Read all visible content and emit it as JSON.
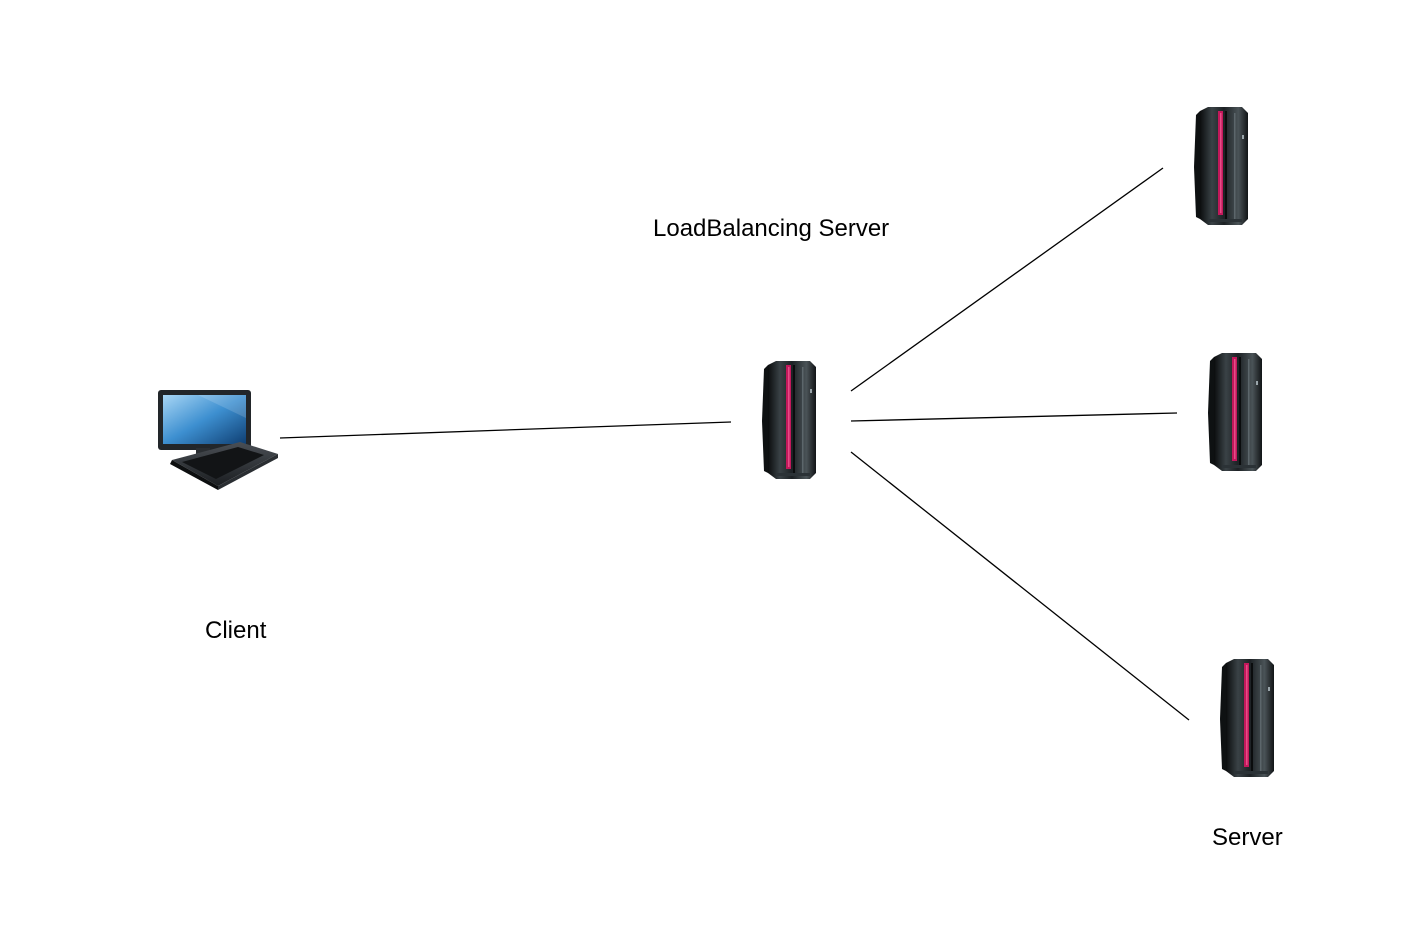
{
  "labels": {
    "load_balancer": "LoadBalancing Server",
    "client": "Client",
    "server": "Server"
  },
  "nodes": [
    {
      "id": "client",
      "icon": "laptop-icon"
    },
    {
      "id": "load-balancer",
      "icon": "server-rack-icon"
    },
    {
      "id": "server-1",
      "icon": "server-rack-icon"
    },
    {
      "id": "server-2",
      "icon": "server-rack-icon"
    },
    {
      "id": "server-3",
      "icon": "server-rack-icon"
    }
  ],
  "connections": [
    {
      "from": "client",
      "to": "load-balancer"
    },
    {
      "from": "load-balancer",
      "to": "server-1"
    },
    {
      "from": "load-balancer",
      "to": "server-2"
    },
    {
      "from": "load-balancer",
      "to": "server-3"
    }
  ],
  "colors": {
    "line": "#000000",
    "rack_body": "#1e2326",
    "rack_accent": "#c2185b",
    "laptop_screen": "#3d8fd0"
  }
}
